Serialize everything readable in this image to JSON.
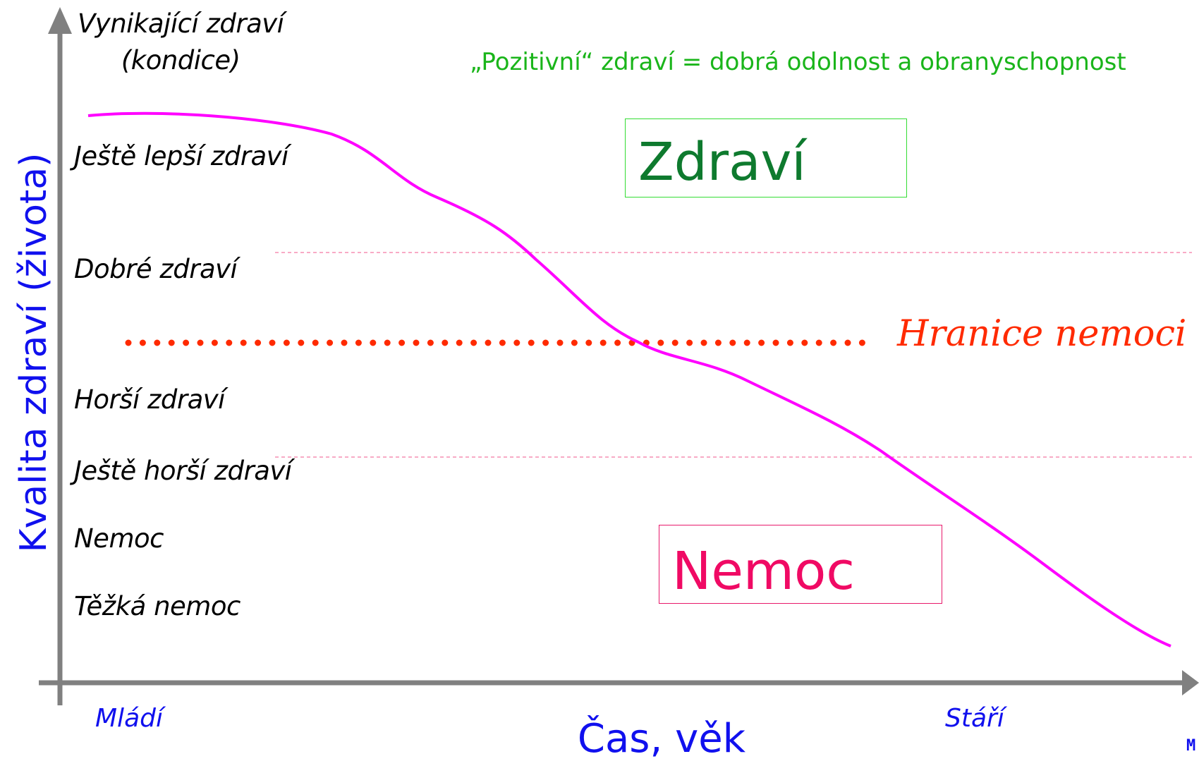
{
  "levels": [
    "Ještě lepší zdraví",
    "Dobré zdraví",
    "Horší zdraví",
    "Ještě horší zdraví",
    "Nemoc",
    "Těžká nemoc"
  ],
  "top_level": [
    "Vynikající zdraví",
    "(kondice)"
  ],
  "y_axis_label": "Kvalita zdraví (života)",
  "x_axis_label": "Čas, věk",
  "x_ticks": [
    "Mládí",
    "Stáří"
  ],
  "subtitle": "„Pozitivní“ zdraví = dobrá odolnost a obranyschopnost",
  "boundary_label": "Hranice nemoci",
  "box_health": "Zdraví",
  "box_illness": "Nemoc",
  "corner_text": "M",
  "colors": {
    "curve": "#ff00ff",
    "boundary": "#ff2a00",
    "axis": "#808080",
    "axis_text": "#1010ee",
    "health": "#0e7a2e",
    "illness": "#f00a64",
    "subtitle": "#1ab51a",
    "guide": "#f58fb4"
  }
}
